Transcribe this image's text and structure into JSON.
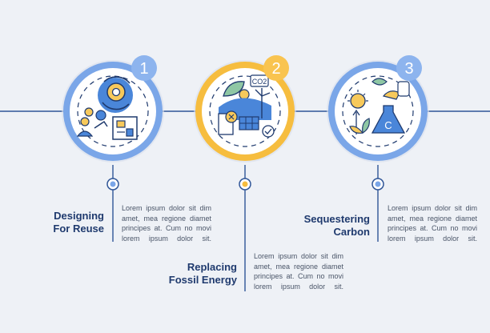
{
  "colors": {
    "background": "#eef1f6",
    "line": "#2f5597",
    "blue_ring": "#7aa6e8",
    "blue_badge": "#8db4ee",
    "orange_ring": "#f6bd3f",
    "orange_badge": "#f9c450",
    "icon_blue": "#4a86d9",
    "icon_yellow": "#f7c95b",
    "icon_dark": "#1f3a6e",
    "icon_green": "#8fc7a4"
  },
  "steps": [
    {
      "number": "1",
      "title": "Designing\nFor Reuse",
      "body": "Lorem ipsum dolor sit dim amet, mea regione diamet principes at. Cum no movi lorem ipsum dolor sit.",
      "accent": "blue",
      "icon": "designing-reuse-icon"
    },
    {
      "number": "2",
      "title": "Replacing\nFossil Energy",
      "body": "Lorem ipsum dolor sit dim amet, mea regione diamet principes at. Cum no movi lorem ipsum dolor sit.",
      "accent": "orange",
      "icon": "renewable-energy-icon",
      "icon_text": "CO2"
    },
    {
      "number": "3",
      "title": "Sequestering\nCarbon",
      "body": "Lorem ipsum dolor sit dim amet, mea regione diamet principes at. Cum no movi lorem ipsum dolor sit.",
      "accent": "blue",
      "icon": "carbon-sequestration-icon",
      "icon_text": "C"
    }
  ]
}
